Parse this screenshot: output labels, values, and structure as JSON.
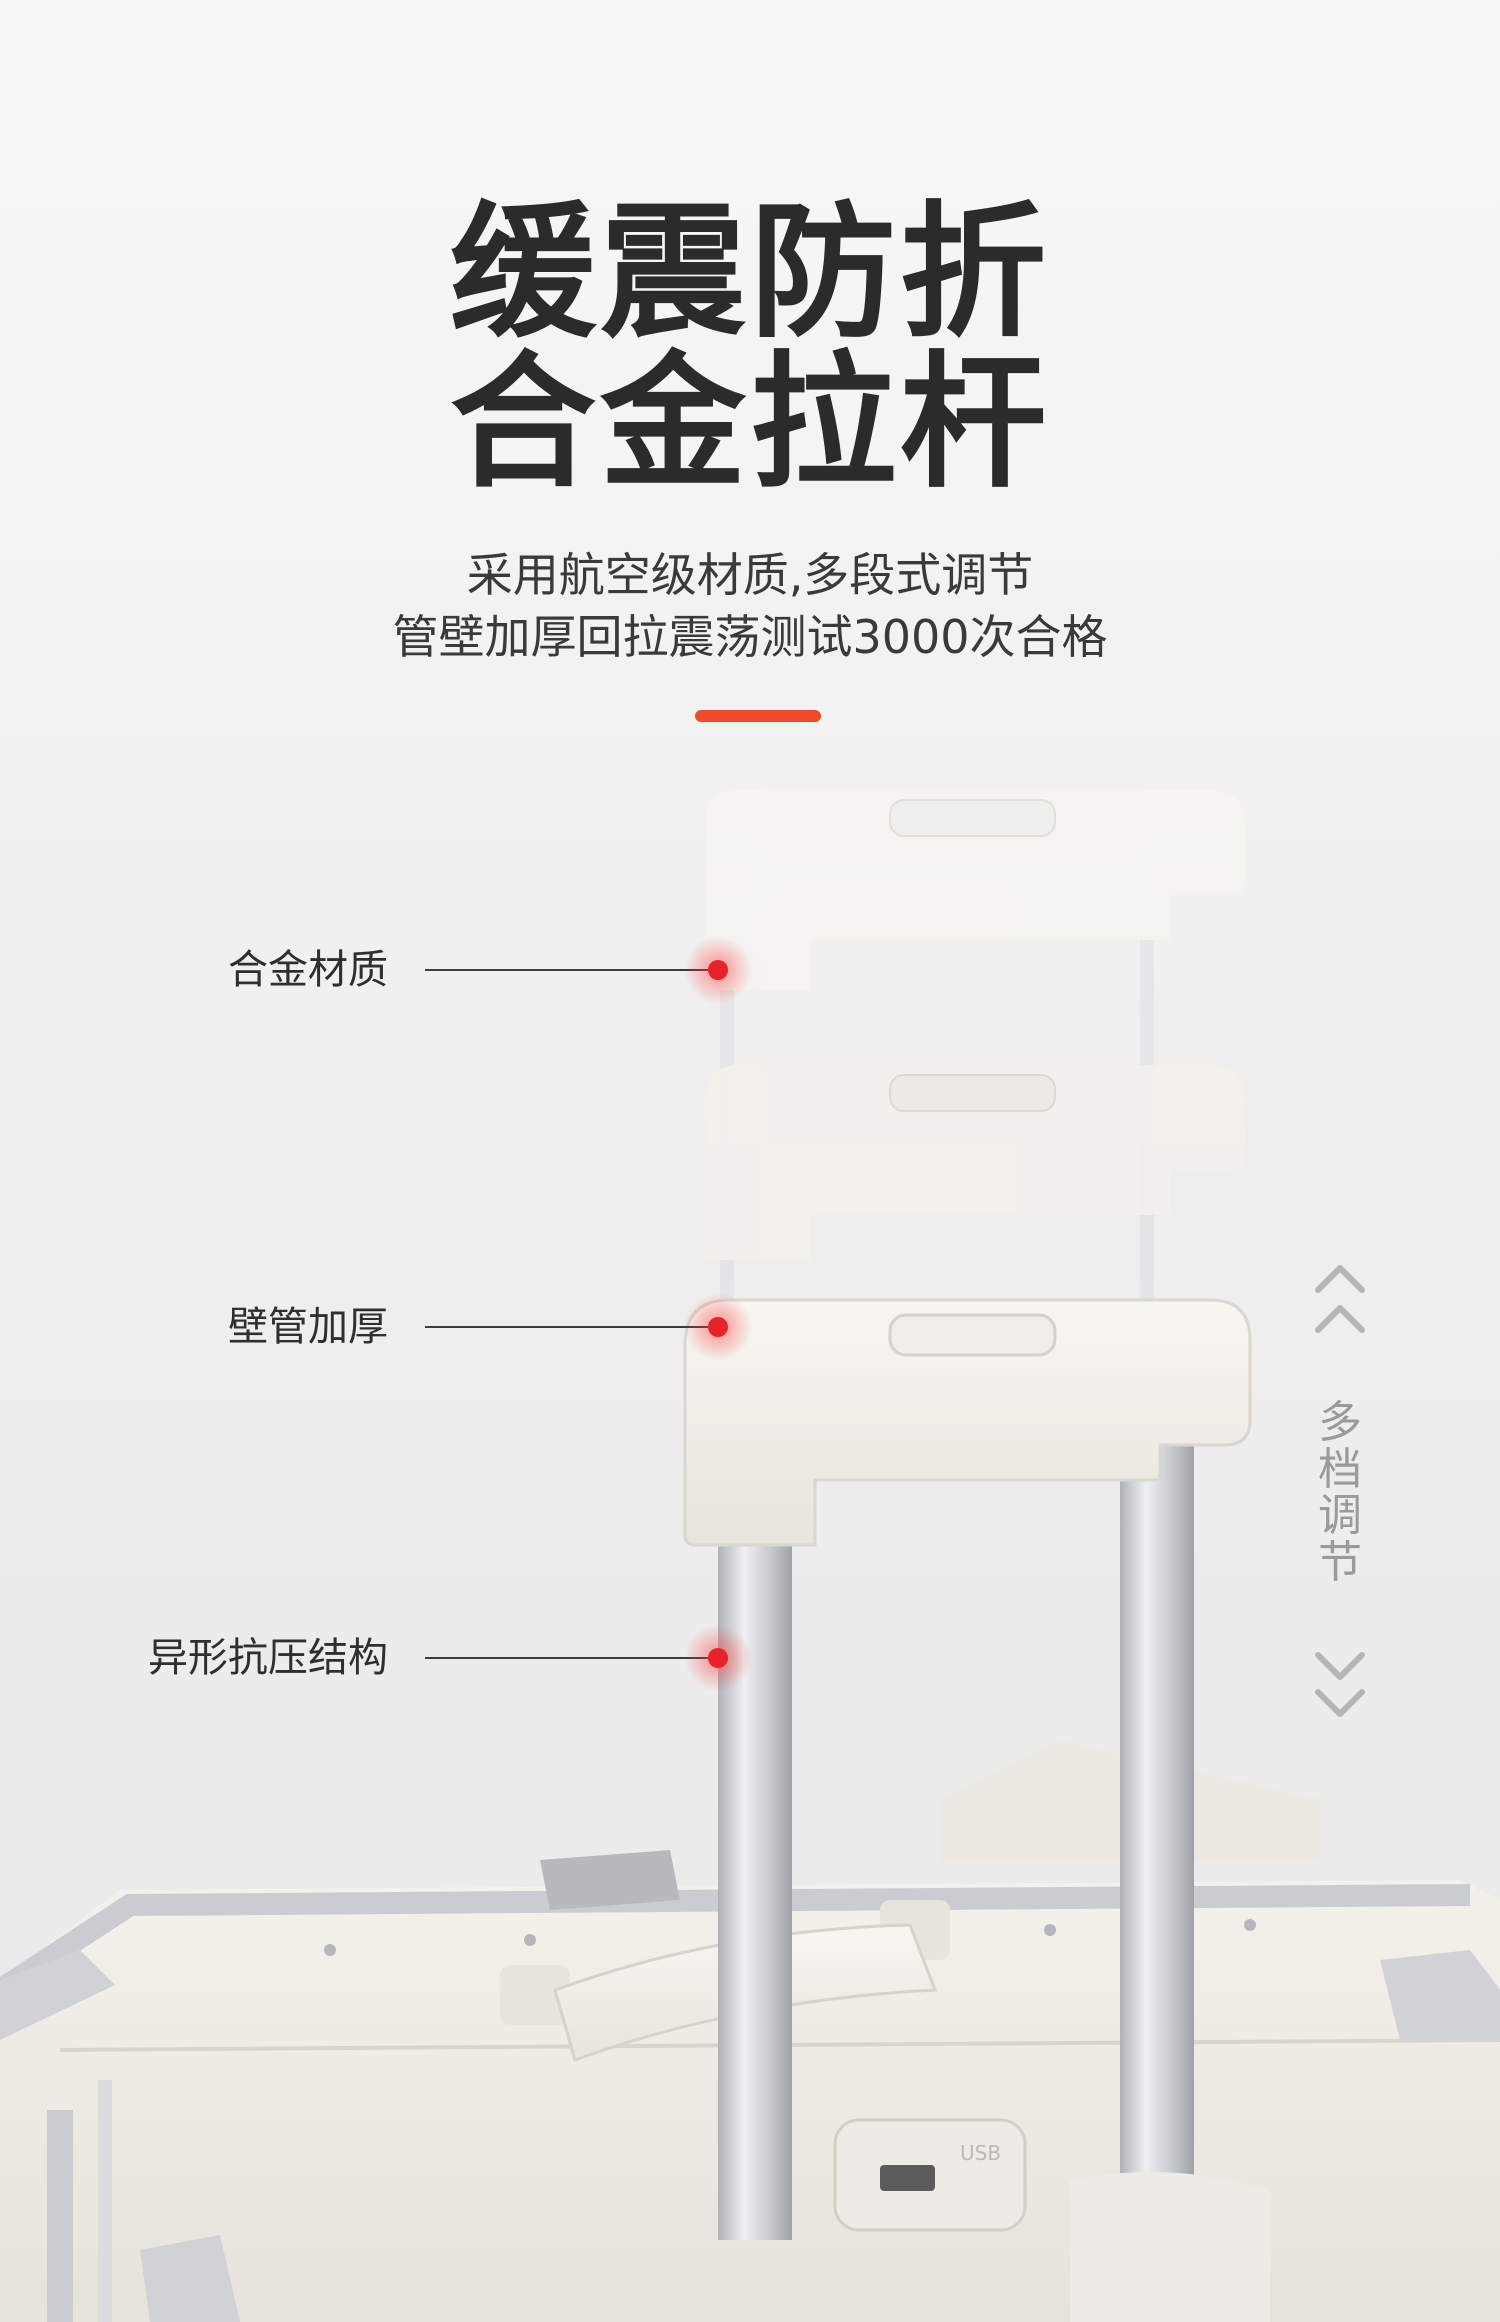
{
  "headline": {
    "line1": "缓震防折",
    "line2": "合金拉杆"
  },
  "subtitle": {
    "line1": "采用航空级材质,多段式调节",
    "line2": "管壁加厚回拉震荡测试3000次合格"
  },
  "callouts": [
    {
      "label": "合金材质"
    },
    {
      "label": "壁管加厚"
    },
    {
      "label": "异形抗压结构"
    }
  ],
  "side_indicator": {
    "label": "多档调节",
    "up_icon": "double-chevron-up-icon",
    "down_icon": "double-chevron-down-icon"
  },
  "badges": {
    "usb_label": "USB"
  },
  "colors": {
    "accent": "#ef4a2a",
    "callout_dot": "#e8222b",
    "text_dark": "#2b2b2b",
    "side_text": "#9a9a9a",
    "luggage_white": "#f1efe8",
    "aluminum": "#c9ccd1"
  }
}
